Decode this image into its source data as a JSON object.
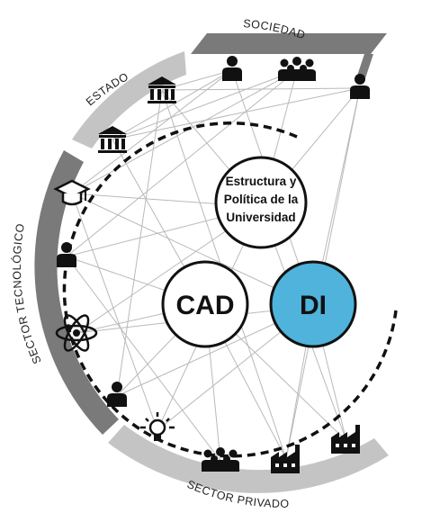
{
  "sectors": {
    "sociedad": "SOCIEDAD",
    "estado": "ESTADO",
    "tecnologico": "SECTOR TECNOLÓGICO",
    "privado": "SECTOR PRIVADO"
  },
  "nodes": {
    "universidad": [
      "Estructura y",
      "Política de la",
      "Universidad"
    ],
    "cad": "CAD",
    "di": "DI"
  },
  "colors": {
    "arc_dark": "#7a7a7a",
    "arc_light": "#c4c4c4",
    "di_fill": "#4fb3dc",
    "connector": "#b9b9b9"
  },
  "icons": [
    "institution-icon",
    "institution-icon",
    "person-icon",
    "group-icon",
    "person-icon",
    "graduation-cap-icon",
    "person-icon",
    "atom-icon",
    "person-icon",
    "lightbulb-icon",
    "group-icon",
    "factory-icon",
    "factory-icon"
  ]
}
